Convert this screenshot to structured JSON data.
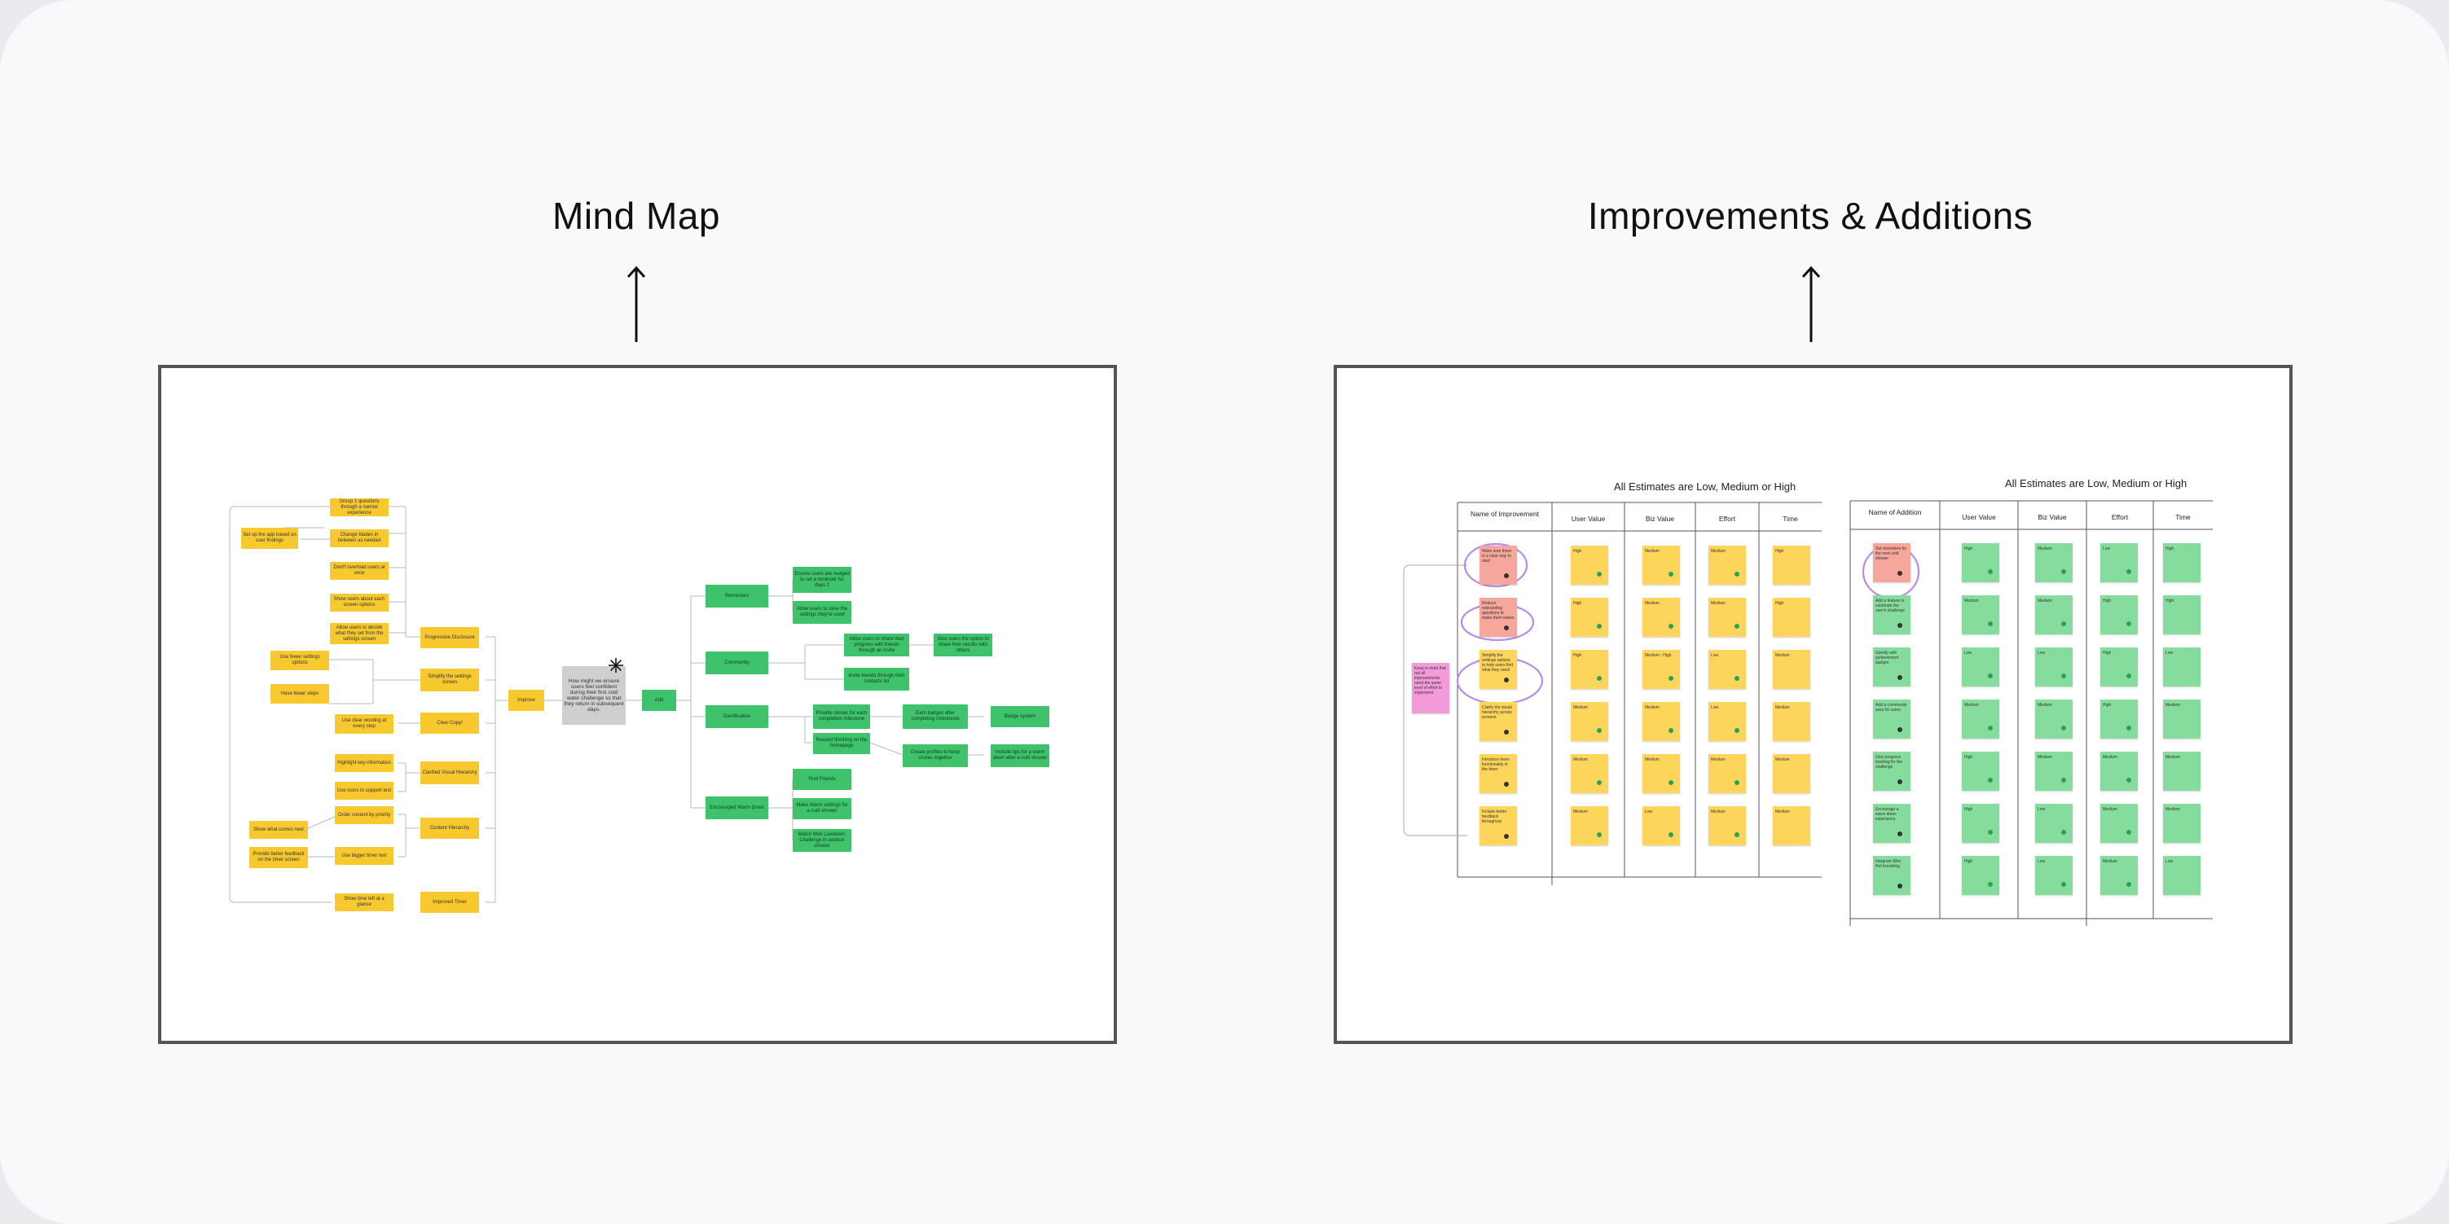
{
  "panels": {
    "mind_map_title": "Mind Map",
    "improvements_title": "Improvements & Additions"
  },
  "mind_map": {
    "center_question": "How might we ensure users feel confident during their first cold water challenge so that they return in subsequent days.",
    "improve_label": "Improve",
    "add_label": "Add",
    "improve_branches": [
      "Progressive Disclosure",
      "Simplify the settings screen",
      "Clear Copy!",
      "Clarified Visual Hierarchy",
      "Content Hierarchy",
      "Improved Timer"
    ],
    "add_branches": [
      "Reminders",
      "Community",
      "Gamification",
      "Encouraged Warm Down"
    ],
    "add_leaves": [
      "Ensure users are nudged to set a reminder for days 2",
      "Allow users to raise the settings they're used",
      "Find Friends",
      "Give users the option to share their results with others",
      "Provide stories for each completion milestone",
      "Reward finishing on the homepage",
      "Make Warm settings for a cold shower",
      "Match Wim Lowdown: Challenge in outdoor shower"
    ],
    "add_subleaves": [
      "Allow users to share their progress with friends through an invite",
      "Invite friends through their contacts list",
      "Earn badges after completing milestones",
      "Badge system",
      "Create profiles to keep scores together",
      "Include tips for a warm down after a cold shower"
    ],
    "improve_leaves": [
      "Group 1 questions through a narrow experience",
      "Set up the app based on user findings",
      "Change blades in between as needed",
      "Dont't overload users at once",
      "Show users about each screen options",
      "Allow users to decide what they set from the settings screen",
      "Use fewer settings options",
      "Have fewer steps",
      "Use clear wording at every step",
      "Highlight key information",
      "Use icons to support text",
      "Show what comes next",
      "Order content by priority",
      "Provide better feedback on the timer screen",
      "Use bigger timer text",
      "Show time left at a glance"
    ]
  },
  "estimates": {
    "title": "All Estimates are Low, Medium or High",
    "improvement_table": {
      "columns": [
        "Name of Improvement",
        "User Value",
        "Biz Value",
        "Effort",
        "Time"
      ],
      "rows": [
        {
          "name": "Make sure there is a clear way to start",
          "vals": [
            "High",
            "Medium",
            "Medium",
            "High"
          ],
          "tone": "rd"
        },
        {
          "name": "Reduce onboarding questions to make them easier",
          "vals": [
            "High",
            "Medium",
            "Medium",
            "High"
          ],
          "tone": "rd"
        },
        {
          "name": "Simplify the settings options to help users find what they need",
          "vals": [
            "High",
            "Medium - High",
            "Low",
            "Medium"
          ],
          "tone": "yl"
        },
        {
          "name": "Clarify the visual hierarchy across screens",
          "vals": [
            "Medium",
            "Medium",
            "Low",
            "Medium"
          ],
          "tone": "yl"
        },
        {
          "name": "Introduce more functionality in the timer",
          "vals": [
            "Medium",
            "Medium",
            "Medium",
            "Medium"
          ],
          "tone": "yl"
        },
        {
          "name": "Include better feedback throughout",
          "vals": [
            "Medium",
            "Low",
            "Medium",
            "Medium"
          ],
          "tone": "yl"
        }
      ]
    },
    "addition_table": {
      "columns": [
        "Name of Addition",
        "User Value",
        "Biz Value",
        "Effort",
        "Time"
      ],
      "rows": [
        {
          "name": "Set reminders for the next cold shower",
          "vals": [
            "High",
            "Medium",
            "Low",
            "High"
          ],
          "tone": "rd"
        },
        {
          "name": "Add a feature to celebrate the user's challenge",
          "vals": [
            "Medium",
            "Medium",
            "High",
            "High"
          ],
          "tone": "gr"
        },
        {
          "name": "Gamify with achievement badges",
          "vals": [
            "Low",
            "Low",
            "High",
            "Low"
          ],
          "tone": "gr"
        },
        {
          "name": "Add a community area for users",
          "vals": [
            "Medium",
            "Medium",
            "High",
            "Medium"
          ],
          "tone": "gr"
        },
        {
          "name": "Give progress tracking for the challenge",
          "vals": [
            "High",
            "Medium",
            "Medium",
            "Medium"
          ],
          "tone": "gr"
        },
        {
          "name": "Encourage a warm down experience",
          "vals": [
            "High",
            "Low",
            "Medium",
            "Medium"
          ],
          "tone": "gr"
        },
        {
          "name": "Integrate Wim Hof breathing",
          "vals": [
            "High",
            "Low",
            "Medium",
            "Low"
          ],
          "tone": "gr"
        }
      ]
    },
    "side_note": "Keep in mind that not all improvements need the same level of effort to implement"
  }
}
